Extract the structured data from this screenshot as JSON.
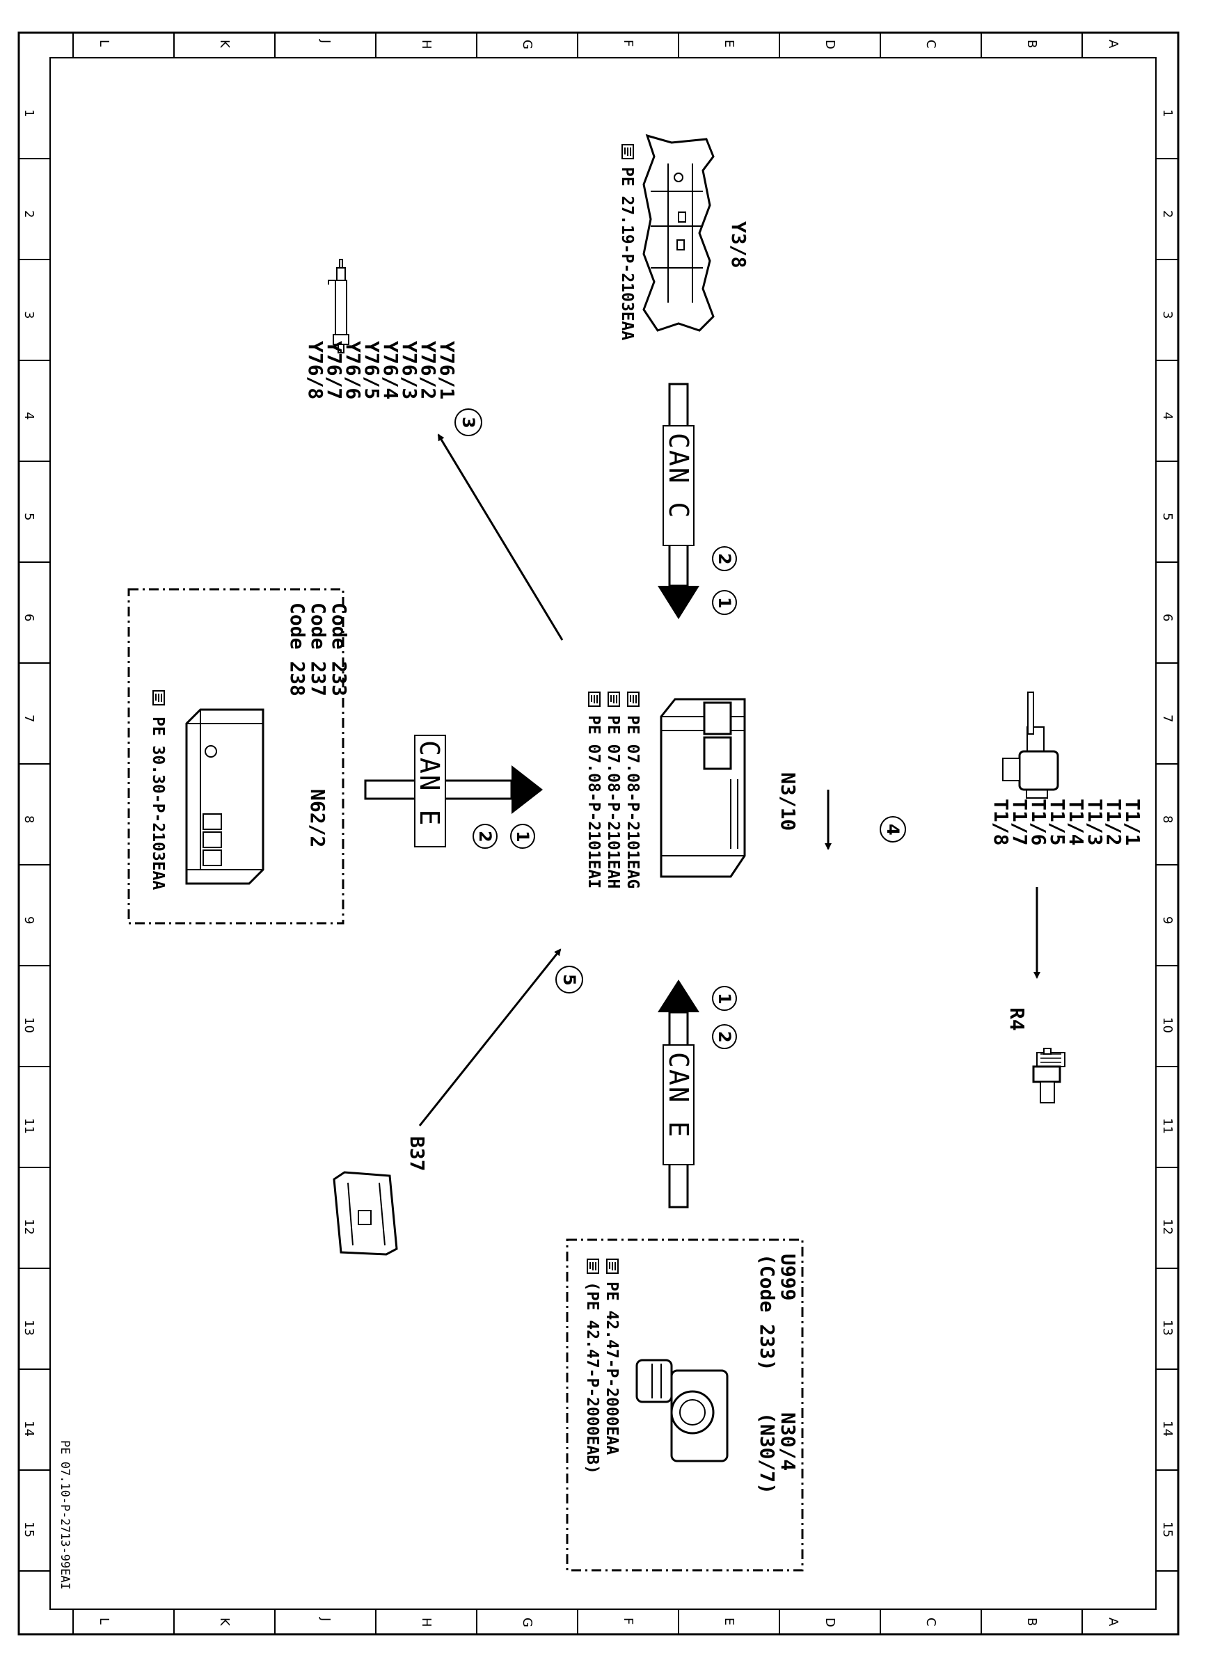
{
  "document_id": "PE 07.10-P-2713-99EAI",
  "grid": {
    "letters": [
      "A",
      "B",
      "C",
      "D",
      "E",
      "F",
      "G",
      "H",
      "J",
      "K",
      "L"
    ],
    "numbers": [
      "1",
      "2",
      "3",
      "4",
      "5",
      "6",
      "7",
      "8",
      "9",
      "10",
      "11",
      "12",
      "13",
      "14",
      "15"
    ]
  },
  "components": {
    "y3_8": {
      "label": "Y3/8",
      "ref": "PE 27.19-P-2103EAA"
    },
    "y76": {
      "labels": [
        "Y76/1",
        "Y76/2",
        "Y76/3",
        "Y76/4",
        "Y76/5",
        "Y76/6",
        "Y76/7",
        "Y76/8"
      ]
    },
    "n62_2": {
      "label": "N62/2",
      "codes": [
        "Code 233",
        "Code 237",
        "Code 238"
      ],
      "ref": "PE 30.30-P-2103EAA"
    },
    "n3_10": {
      "label": "N3/10",
      "refs": [
        "PE 07.08-P-2101EAG",
        "PE 07.08-P-2101EAH",
        "PE 07.08-P-2101EAI"
      ]
    },
    "t1": {
      "labels": [
        "T1/1",
        "T1/2",
        "T1/3",
        "T1/4",
        "T1/5",
        "T1/6",
        "T1/7",
        "T1/8"
      ]
    },
    "r4": {
      "label": "R4"
    },
    "b37": {
      "label": "B37"
    },
    "u999": {
      "label": "U999",
      "code": "(Code 233)",
      "n30_4": "N30/4",
      "n30_7": "(N30/7)",
      "refs": [
        "PE 42.47-P-2000EAA",
        "(PE 42.47-P-2000EAB)"
      ]
    }
  },
  "connections": {
    "can_c": {
      "label": "CAN C",
      "steps": [
        "2",
        "1"
      ]
    },
    "can_e_left": {
      "label": "CAN E",
      "steps": [
        "1",
        "2"
      ]
    },
    "can_e_right": {
      "label": "CAN E",
      "steps": [
        "1",
        "2"
      ]
    },
    "arrow_y76": {
      "step": "3"
    },
    "arrow_t1": {
      "step": "4"
    },
    "arrow_b37": {
      "step": "5"
    }
  }
}
